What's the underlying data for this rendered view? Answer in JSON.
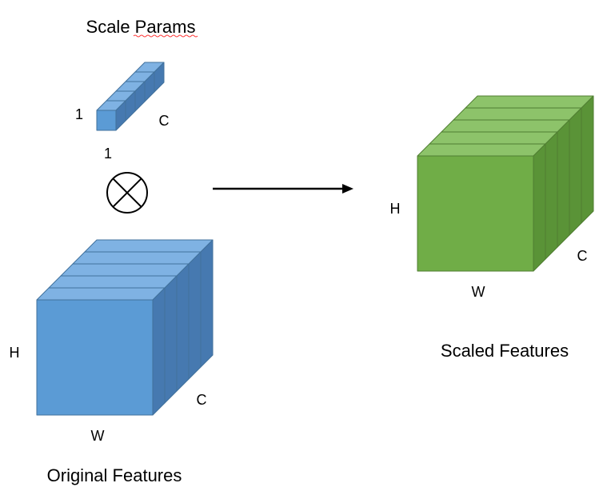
{
  "scale_params": {
    "title": "Scale Params",
    "dim_height": "1",
    "dim_width": "1",
    "dim_channels": "C",
    "color_front": "#5B9BD5",
    "color_top": "#7FB2E3",
    "color_side": "#4679B0"
  },
  "operator": {
    "symbol": "⊗"
  },
  "original_features": {
    "caption": "Original Features",
    "dim_height": "H",
    "dim_width": "W",
    "dim_channels": "C",
    "color_front": "#5B9BD5",
    "color_top": "#7FB2E3",
    "color_side": "#4679B0"
  },
  "scaled_features": {
    "caption": "Scaled Features",
    "dim_height": "H",
    "dim_width": "W",
    "dim_channels": "C",
    "color_front": "#70AD47",
    "color_top": "#8DC36A",
    "color_side": "#5A9337"
  },
  "colors": {
    "outline": "#41719C",
    "outline_green": "#507E32",
    "arrow": "#000000"
  }
}
